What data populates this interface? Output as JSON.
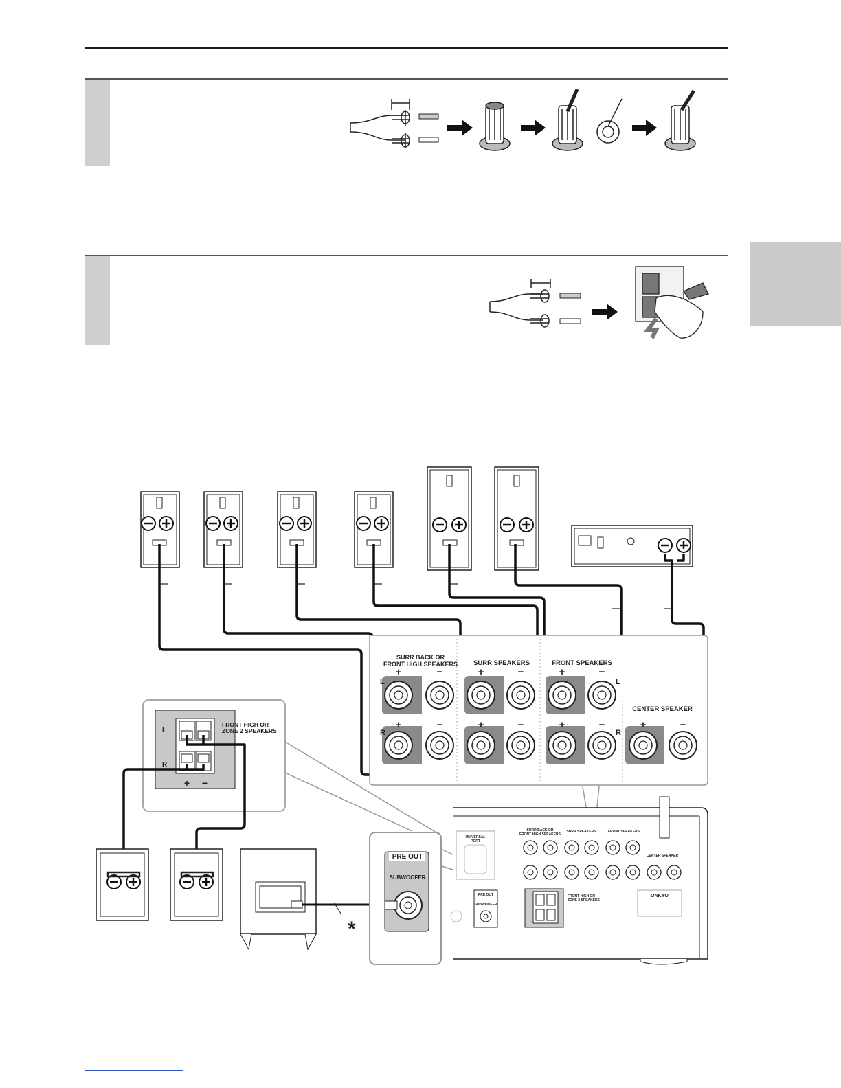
{
  "diagram": {
    "panel_groups": {
      "surr_back_front_high": "SURR BACK OR\nFRONT HIGH SPEAKERS",
      "surr": "SURR SPEAKERS",
      "front": "FRONT SPEAKERS",
      "center": "CENTER SPEAKER"
    },
    "polarity": {
      "plus": "+",
      "minus": "−"
    },
    "channel": {
      "left": "L",
      "right": "R"
    },
    "zone_panel": {
      "title": "FRONT HIGH OR\nZONE 2 SPEAKERS",
      "left": "L",
      "right": "R"
    },
    "pre_out": {
      "title": "PRE OUT",
      "subwoofer": "SUBWOOFER"
    },
    "asterisk": "*",
    "receiver_rear": {
      "universal_port": "UNIVERSAL\nPORT",
      "surr_back": "SURR BACK OR\nFRONT HIGH SPEAKERS",
      "surr": "SURR SPEAKERS",
      "front": "FRONT SPEAKERS",
      "center": "CENTER SPEAKER",
      "pre_out": "PRE OUT",
      "subwoofer": "SUBWOOFER",
      "zone2": "FRONT HIGH OR\nZONE 2 SPEAKERS",
      "brand": "ONKYO"
    }
  }
}
